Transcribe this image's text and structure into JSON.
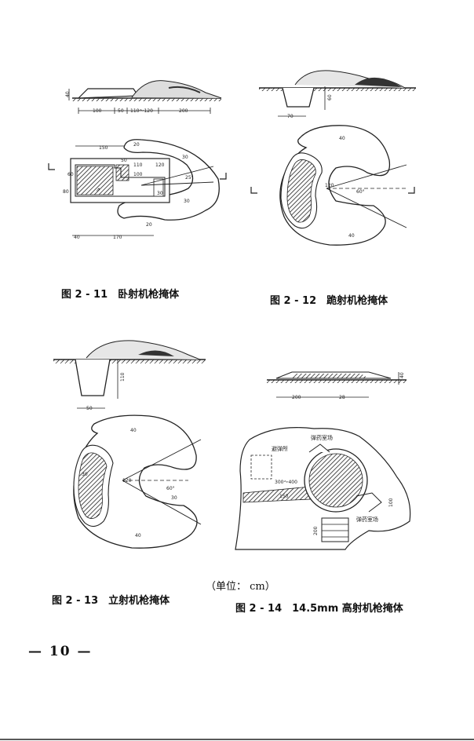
{
  "figures": [
    {
      "caption": "图 2 - 11　卧射机枪掩体",
      "dims_profile": [
        "100",
        "50",
        "110～120",
        "200",
        "40"
      ],
      "dims_plan": [
        "150",
        "20",
        "50",
        "110",
        "120",
        "30",
        "60",
        "100",
        "80",
        "30",
        "30",
        "20",
        "40",
        "170",
        "25°"
      ]
    },
    {
      "caption": "图 2 - 12　跪射机枪掩体",
      "dims_profile": [
        "70",
        "60"
      ],
      "dims_plan": [
        "40",
        "120",
        "60°",
        "40"
      ]
    },
    {
      "caption": "图 2 - 13　立射机枪掩体",
      "dims_profile": [
        "50",
        "110"
      ],
      "dims_plan": [
        "40",
        "30",
        "120",
        "60°",
        "30",
        "40"
      ]
    },
    {
      "caption": "图 2 - 14　14.5mm 高射机枪掩体",
      "dims_profile": [
        "200",
        "28",
        "40"
      ],
      "dims_plan": [
        "弹药室场",
        "避弹所",
        "300～400",
        "150",
        "弹药室场",
        "200",
        "100"
      ]
    }
  ],
  "unit_note": "（单位： cm）",
  "page_number": "— 10 —"
}
